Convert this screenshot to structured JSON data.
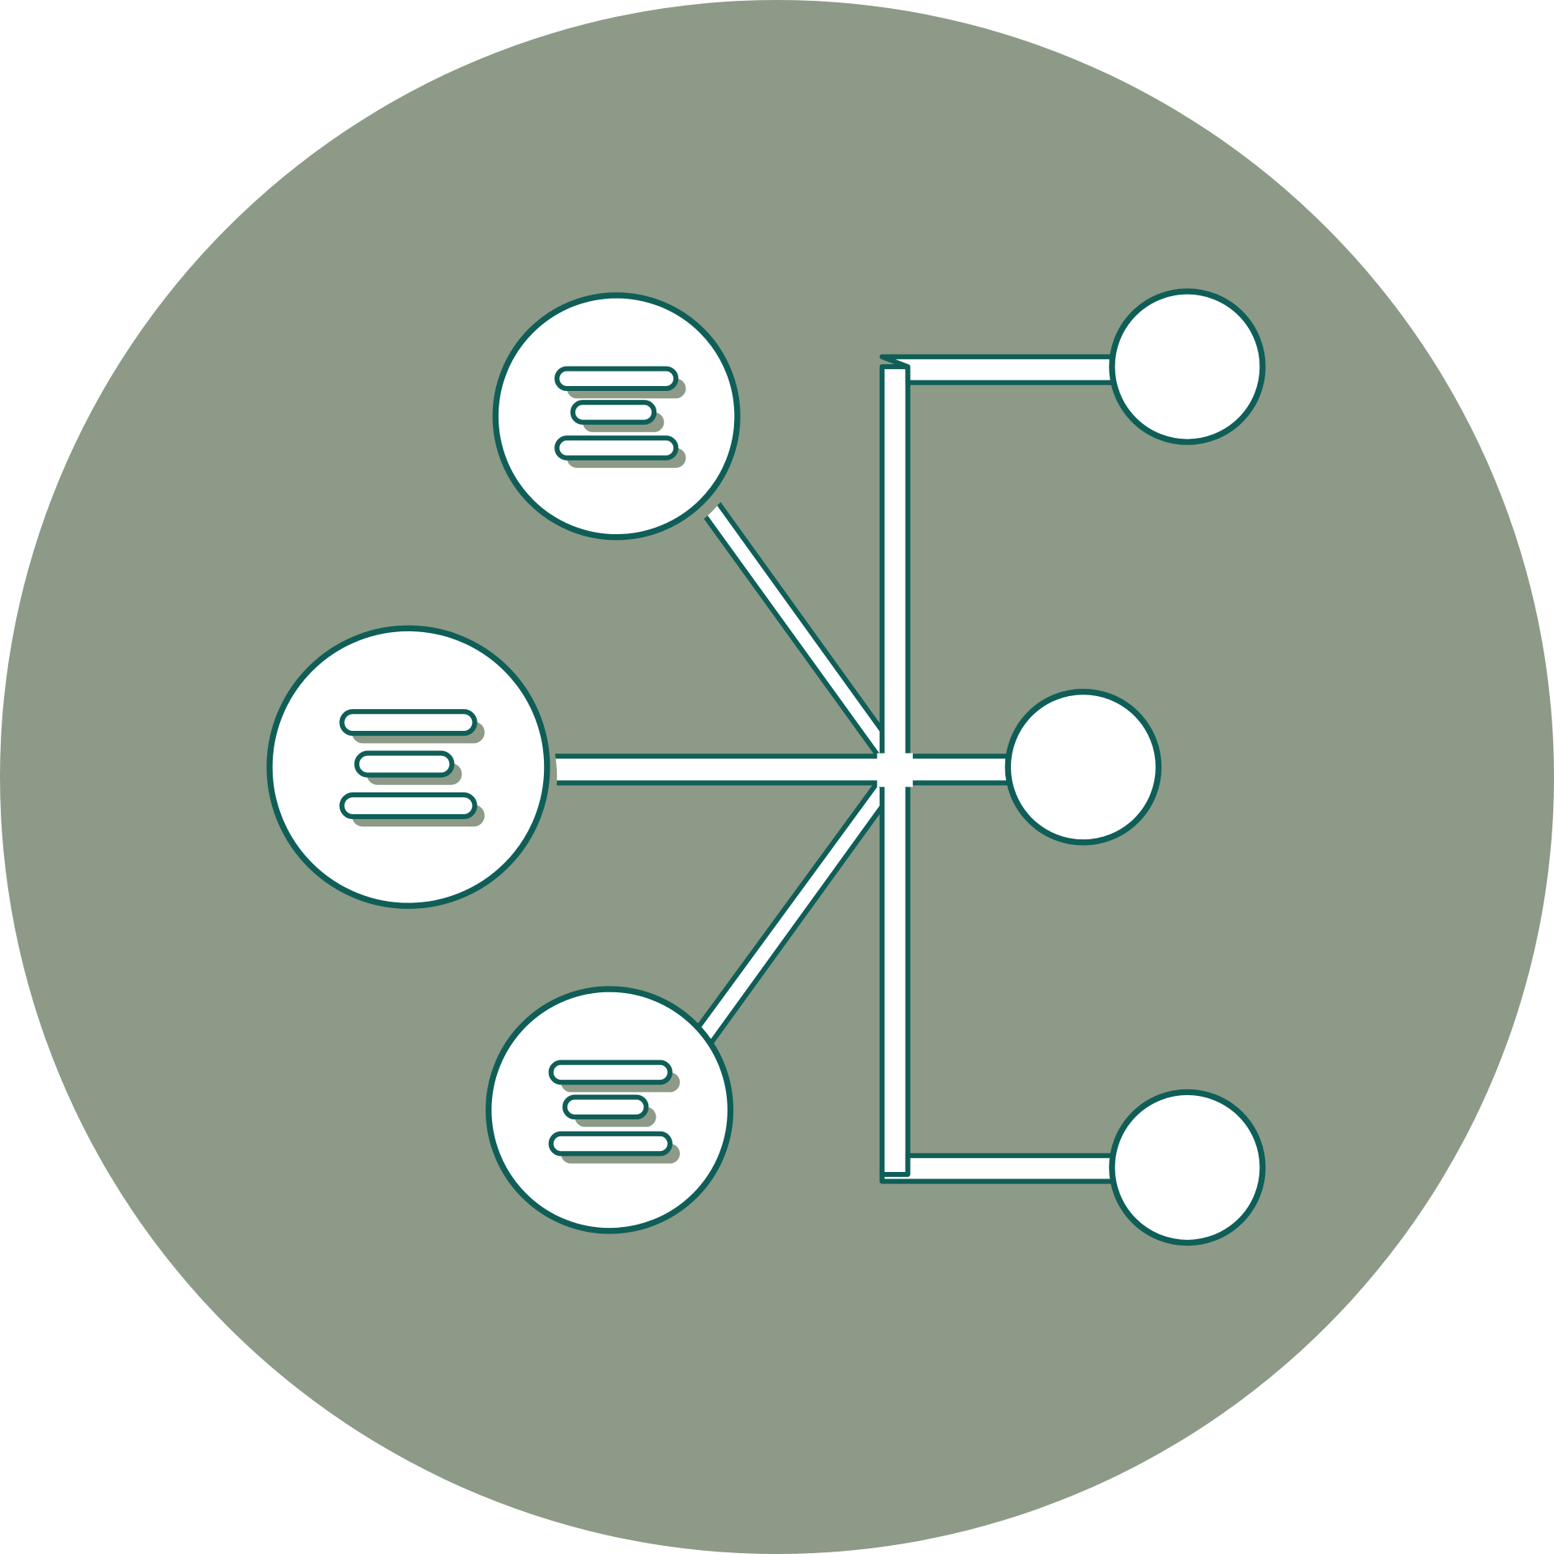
{
  "icon": {
    "name": "network-diagram-icon",
    "colors": {
      "background_disc": "#8c9a87",
      "fill": "#ffffff",
      "outline": "#0f5e57",
      "shadow": "#8c9a87"
    },
    "left_nodes": [
      {
        "id": "top",
        "contains": "text-lines-icon"
      },
      {
        "id": "middle",
        "contains": "text-lines-icon"
      },
      {
        "id": "bottom",
        "contains": "text-lines-icon"
      }
    ],
    "right_nodes": [
      {
        "id": "top",
        "contains": "empty"
      },
      {
        "id": "middle",
        "contains": "empty"
      },
      {
        "id": "bottom",
        "contains": "empty"
      }
    ]
  }
}
